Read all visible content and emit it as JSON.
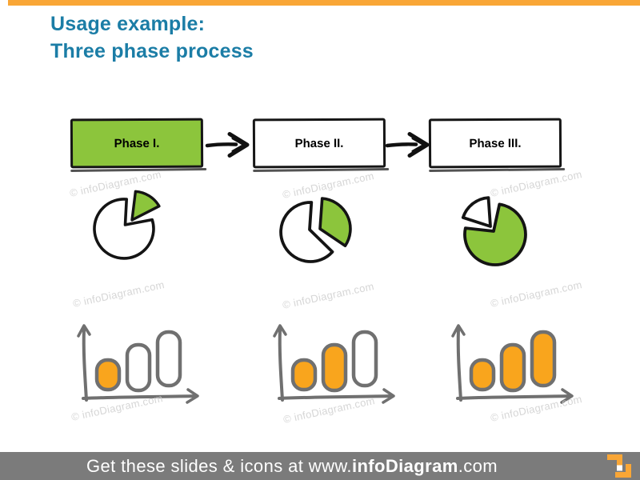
{
  "slide": {
    "title_line1": "Usage example:",
    "title_line2": "Three phase process"
  },
  "colors": {
    "accent_orange": "#F9A636",
    "title_teal": "#1B7DA6",
    "phase_green": "#8CC53C",
    "bar_orange": "#F9A51D",
    "sketch_black": "#161616",
    "axis_gray": "#707070",
    "footer_gray": "#7B7B7B",
    "watermark_gray": "#CFCFCF"
  },
  "phases": [
    {
      "label": "Phase I.",
      "filled": true
    },
    {
      "label": "Phase II.",
      "filled": false
    },
    {
      "label": "Phase III.",
      "filled": false
    }
  ],
  "watermark_text": "© infoDiagram.com",
  "pie_icons": [
    {
      "phase": "Phase I.",
      "green_fraction": 0.125,
      "note": "small exploded green slice, top-right"
    },
    {
      "phase": "Phase II.",
      "green_fraction": 0.33,
      "note": "exploded green third, right side"
    },
    {
      "phase": "Phase III.",
      "green_fraction": 0.75,
      "note": "green body with exploded white quarter, top-left"
    }
  ],
  "bar_icons": [
    {
      "phase": "Phase I.",
      "bars_filled": [
        true,
        false,
        false
      ]
    },
    {
      "phase": "Phase II.",
      "bars_filled": [
        true,
        true,
        false
      ]
    },
    {
      "phase": "Phase III.",
      "bars_filled": [
        true,
        true,
        true
      ]
    }
  ],
  "footer": {
    "prefix": "Get these slides & icons at www.",
    "brand": "infoDiagram",
    "suffix": ".com"
  }
}
